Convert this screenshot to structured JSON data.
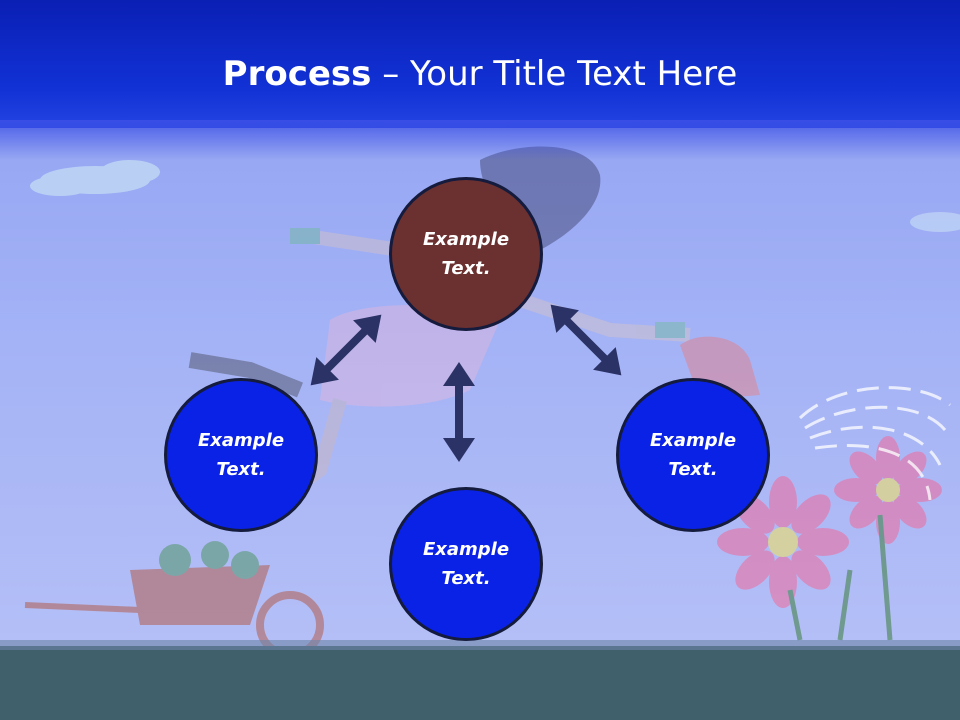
{
  "slide": {
    "title_bold": "Process",
    "title_sep": " – ",
    "title_rest": "Your Title Text Here"
  },
  "diagram": {
    "center": {
      "label": "Example Text.",
      "color": "#6b3030"
    },
    "nodes": [
      {
        "label": "Example Text.",
        "color": "#0a22e6"
      },
      {
        "label": "Example Text.",
        "color": "#0a22e6"
      },
      {
        "label": "Example Text.",
        "color": "#0a22e6"
      }
    ],
    "arrow_color": "#2a3266"
  },
  "colors": {
    "header": "#1232d6",
    "sky": "#a9b6f4",
    "grass": "#3d5a6a"
  }
}
